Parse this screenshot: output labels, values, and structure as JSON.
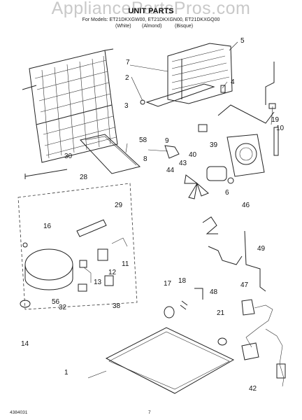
{
  "watermark": "AppliancePartsPros.com",
  "title": "UNIT PARTS",
  "models_line": "For Models: ET21DKXGW00, ET21DKXGN00, ET21DKXGQ00",
  "variants": [
    "(White)",
    "(Almond)",
    "(Bisque)"
  ],
  "subassembly_label": "28",
  "callouts": [
    "1",
    "2",
    "3",
    "4",
    "5",
    "6",
    "7",
    "8",
    "9",
    "10",
    "11",
    "12",
    "13",
    "14",
    "16",
    "17",
    "18",
    "19",
    "21",
    "29",
    "30",
    "32",
    "38",
    "39",
    "40",
    "42",
    "43",
    "44",
    "46",
    "47",
    "48",
    "49",
    "56",
    "58"
  ],
  "footer_left": "4384031",
  "footer_page": "7"
}
